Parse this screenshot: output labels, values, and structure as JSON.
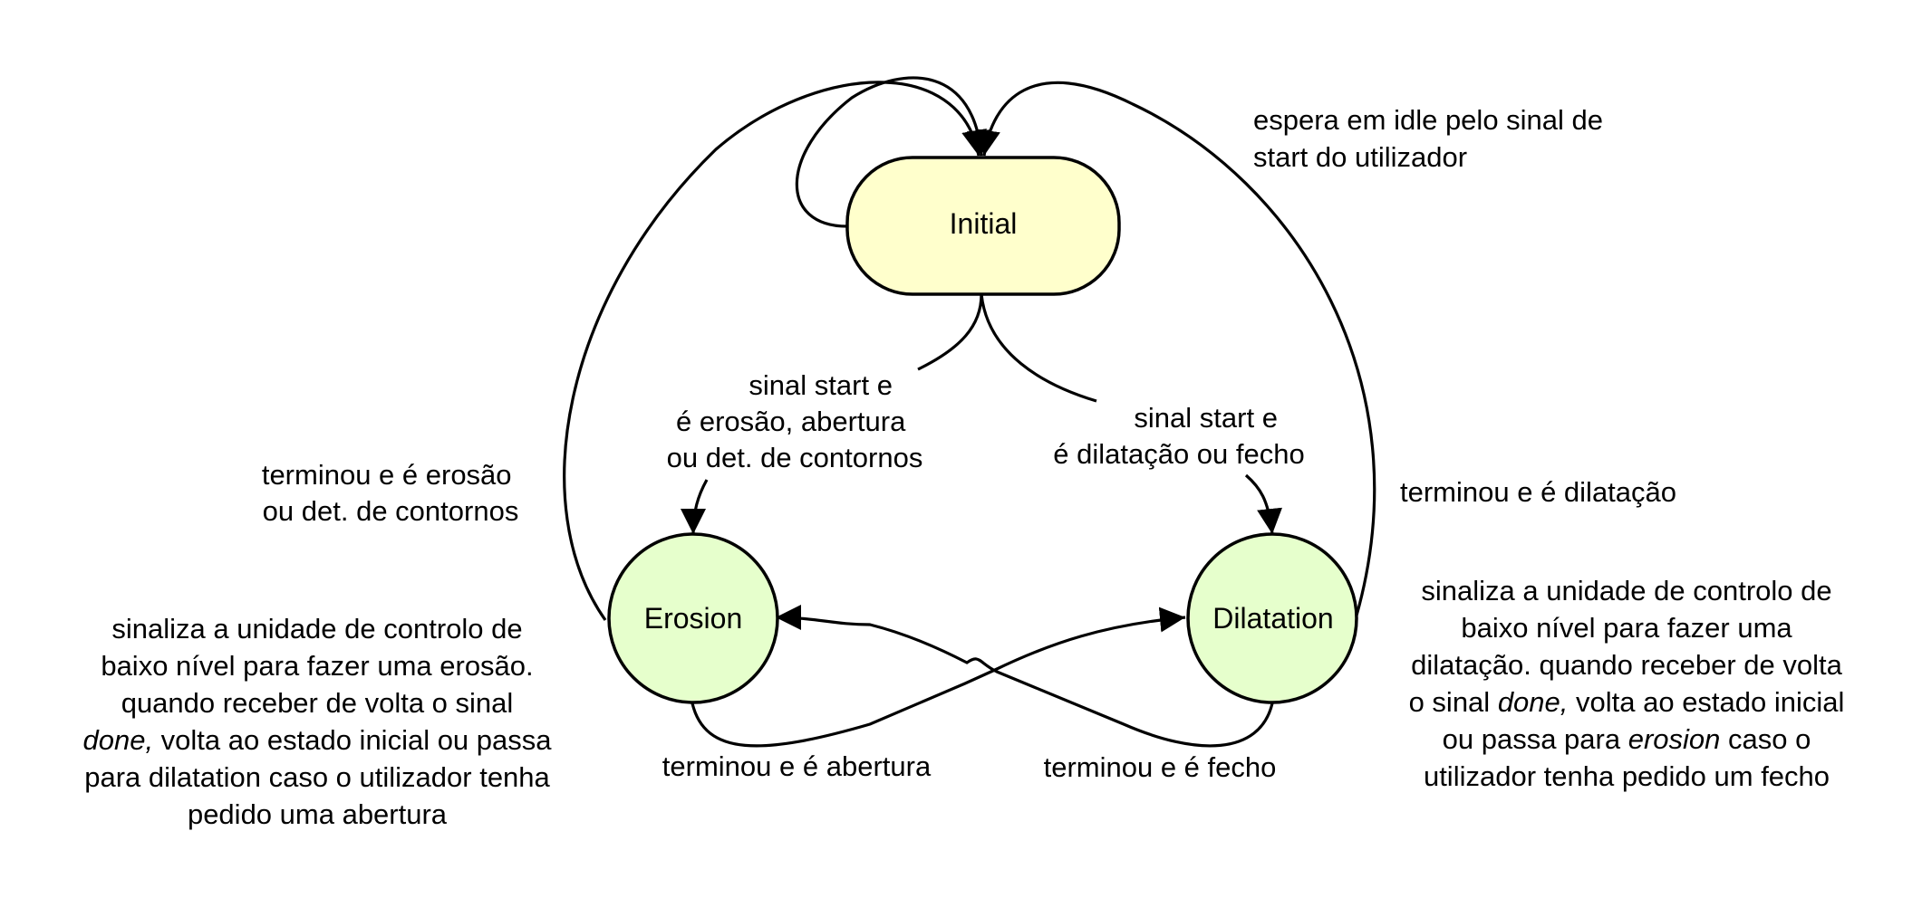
{
  "states": {
    "initial": {
      "label": "Initial",
      "fill": "#ffffcc"
    },
    "erosion": {
      "label": "Erosion",
      "fill": "#e6ffcc"
    },
    "dilatation": {
      "label": "Dilatation",
      "fill": "#e6ffcc"
    }
  },
  "transitions": {
    "initial_to_erosion": [
      "sinal start e",
      "é erosão, abertura",
      "ou det. de contornos"
    ],
    "initial_to_dilatation": [
      "sinal start e",
      "é dilatação ou fecho"
    ],
    "erosion_to_initial": [
      "terminou e é erosão",
      "ou det. de contornos"
    ],
    "dilatation_to_initial": "terminou e é dilatação",
    "erosion_to_dilatation": "terminou e é abertura",
    "dilatation_to_erosion": "terminou e é fecho"
  },
  "notes": {
    "initial": [
      "espera em idle pelo sinal de",
      "start do utilizador"
    ],
    "erosion": {
      "line1": "sinaliza a unidade de controlo de",
      "line2": "baixo nível para fazer uma erosão.",
      "line3": "quando receber de volta o sinal",
      "line4_em": "done,",
      "line4_rest": " volta ao estado inicial ou passa",
      "line5": "para dilatation caso o utilizador tenha",
      "line6": "pedido uma abertura"
    },
    "dilatation": {
      "line1": "sinaliza a unidade de controlo de",
      "line2": "baixo nível para fazer uma",
      "line3": "dilatação. quando receber de volta",
      "line4_pre": "o sinal ",
      "line4_em": "done,",
      "line4_rest": " volta ao estado inicial",
      "line5_pre": "ou passa para ",
      "line5_em": "erosion",
      "line5_rest": " caso o",
      "line6": "utilizador tenha pedido um fecho"
    }
  }
}
